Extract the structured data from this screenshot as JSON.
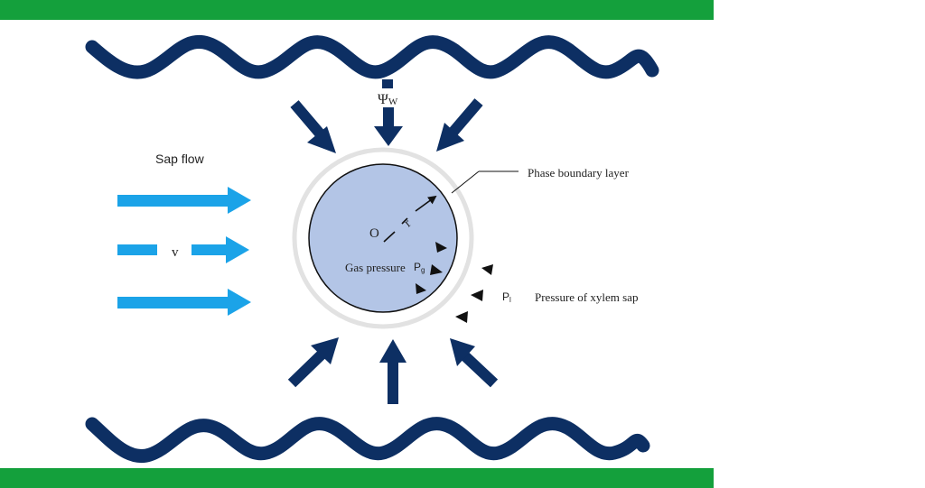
{
  "labels": {
    "sap_flow": "Sap flow",
    "velocity": "v",
    "water_potential_symbol": "Ψ",
    "water_potential_sub": "W",
    "phase_boundary": "Phase boundary layer",
    "center": "O",
    "radius": "r",
    "gas_pressure": "Gas pressure",
    "pg_symbol": "P",
    "pg_sub": "g",
    "pl_symbol": "P",
    "pl_sub": "l",
    "xylem_pressure": "Pressure of xylem sap"
  },
  "colors": {
    "wall_green": "#14a03c",
    "wave_navy": "#0d2f63",
    "flow_blue": "#1ba3e8",
    "bubble_fill": "#b3c5e6",
    "boundary_ring": "#e2e2e2",
    "text": "#222222"
  }
}
